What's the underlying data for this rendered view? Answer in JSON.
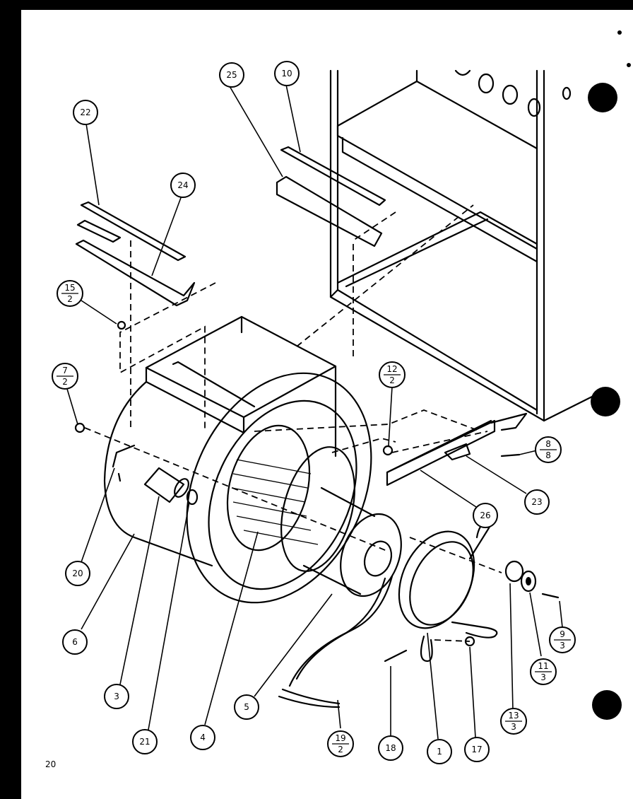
{
  "page_number": "20",
  "callouts": [
    {
      "id": "c22",
      "label": "22"
    },
    {
      "id": "c24",
      "label": "24"
    },
    {
      "id": "c25",
      "label": "25"
    },
    {
      "id": "c10",
      "label": "10"
    },
    {
      "id": "c15",
      "top": "15",
      "bottom": "2"
    },
    {
      "id": "c7",
      "top": "7",
      "bottom": "2"
    },
    {
      "id": "c12",
      "top": "12",
      "bottom": "2"
    },
    {
      "id": "c8",
      "top": "8",
      "bottom": "8"
    },
    {
      "id": "c23",
      "label": "23"
    },
    {
      "id": "c26",
      "label": "26"
    },
    {
      "id": "c20",
      "label": "20"
    },
    {
      "id": "c6",
      "label": "6"
    },
    {
      "id": "c3",
      "label": "3"
    },
    {
      "id": "c21",
      "label": "21"
    },
    {
      "id": "c4",
      "label": "4"
    },
    {
      "id": "c5",
      "label": "5"
    },
    {
      "id": "c19",
      "top": "19",
      "bottom": "2"
    },
    {
      "id": "c18",
      "label": "18"
    },
    {
      "id": "c1",
      "label": "1"
    },
    {
      "id": "c17",
      "label": "17"
    },
    {
      "id": "c13",
      "top": "13",
      "bottom": "3"
    },
    {
      "id": "c11",
      "top": "11",
      "bottom": "3"
    },
    {
      "id": "c9",
      "top": "9",
      "bottom": "3"
    }
  ]
}
